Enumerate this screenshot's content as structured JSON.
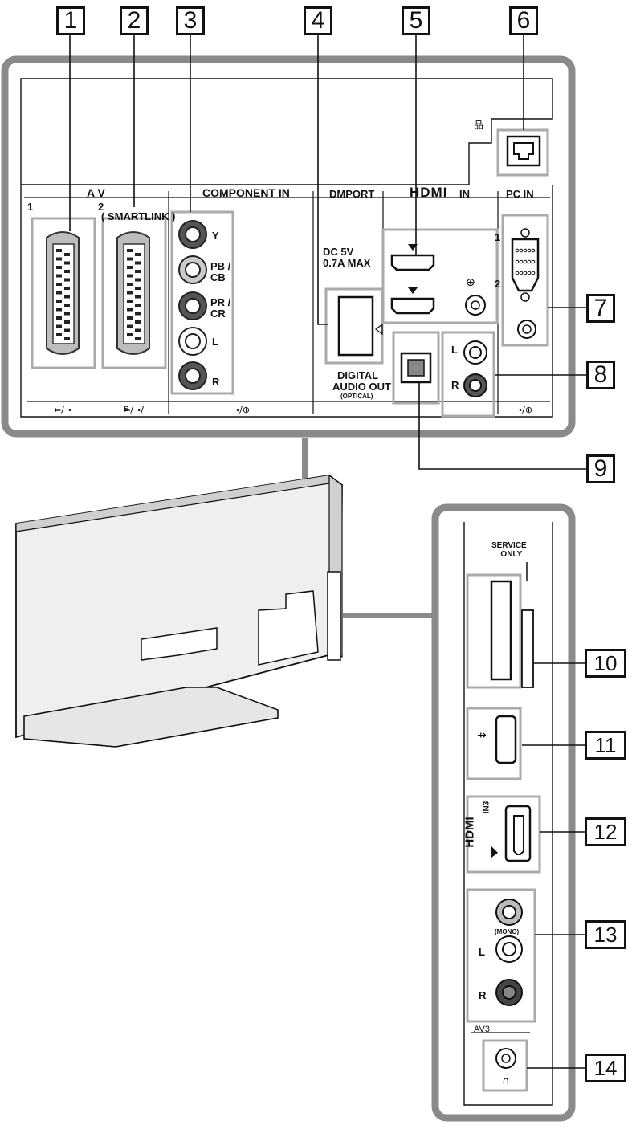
{
  "callouts": [
    "1",
    "2",
    "3",
    "4",
    "5",
    "6",
    "7",
    "8",
    "9",
    "10",
    "11",
    "12",
    "13",
    "14"
  ],
  "rear_panel": {
    "av_header": "A V",
    "av1_number": "1",
    "av2_number": "2",
    "smartlink_label": "( SMARTLINK )",
    "component_header": "COMPONENT IN",
    "component_y": "Y",
    "component_pb": "PB /",
    "component_cb": "CB",
    "component_pr": "PR /",
    "component_cr": "CR",
    "component_l": "L",
    "component_r": "R",
    "dmport_header": "DMPORT",
    "dc_rating_line1": "DC  5V",
    "dc_rating_line2": "0.7A MAX",
    "hdmi_header": "HDMI",
    "hdmi_in_suffix": "IN",
    "hdmi_port1_number": "1",
    "hdmi_port2_number": "2",
    "pc_header": "PC IN",
    "digital_audio_line1": "DIGITAL",
    "digital_audio_line2": "AUDIO OUT",
    "digital_audio_line3": "(OPTICAL)",
    "audio_out_l": "L",
    "audio_out_r": "R",
    "av2_scart_symbol": "S"
  },
  "side_panel": {
    "service_only_line1": "SERVICE",
    "service_only_line2": "ONLY",
    "hdmi_in3_label": "HDMI",
    "hdmi_in3_suffix": "IN3",
    "mono_label": "(MONO)",
    "av3_l": "L",
    "av3_r": "R",
    "av3_label": "AV3"
  },
  "colors": {
    "line": "#111111",
    "panel_border": "#8a8a8a",
    "fill_gray": "#d9d9d9",
    "dark": "#333333"
  }
}
